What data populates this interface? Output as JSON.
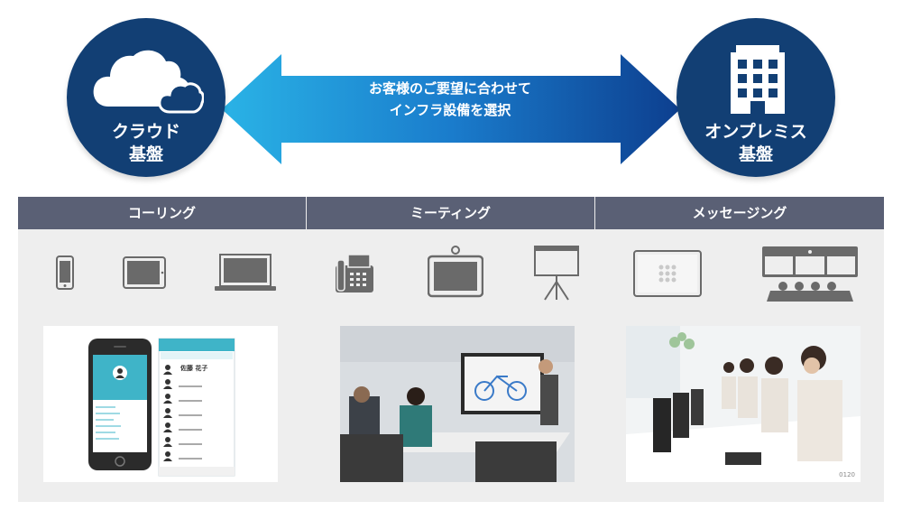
{
  "left_circle": {
    "line1": "クラウド",
    "line2": "基盤"
  },
  "right_circle": {
    "line1": "オンプレミス",
    "line2": "基盤"
  },
  "arrow": {
    "line1": "お客様のご要望に合わせて",
    "line2": "インフラ設備を選択"
  },
  "categories": [
    {
      "label": "コーリング",
      "icons": [
        "smartphone-icon",
        "tablet-icon",
        "laptop-icon"
      ]
    },
    {
      "label": "ミーティング",
      "icons": [
        "desk-phone-icon",
        "video-endpoint-icon",
        "whiteboard-icon"
      ]
    },
    {
      "label": "メッセージング",
      "icons": [
        "webex-board-icon",
        "telepresence-room-icon"
      ]
    }
  ],
  "photos": {
    "contact_name": "佐藤 花子",
    "call_center_code": "0120"
  },
  "colors": {
    "navy": "#123f74",
    "header": "#5a6075",
    "panel": "#eeeeee",
    "icon": "#6a6a6a"
  }
}
